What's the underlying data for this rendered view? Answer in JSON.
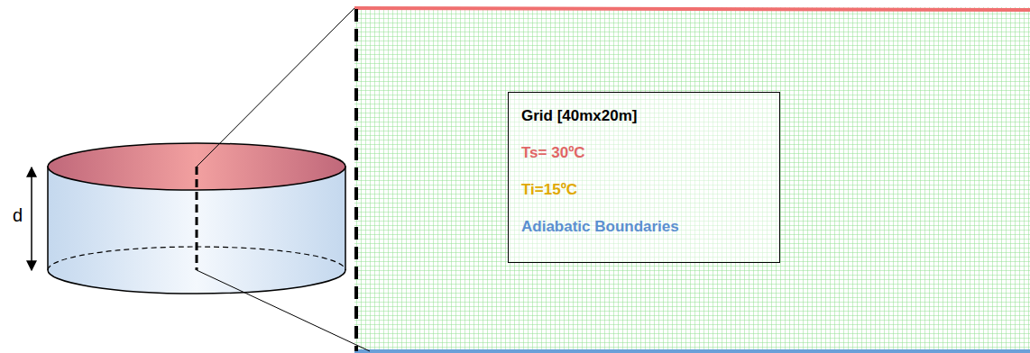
{
  "diagram": {
    "nodes": [
      {
        "text": [
          "Grid [40mx20m]",
          "Ts= 30ºC",
          "Ti=15ºC",
          "Adiabatic Boundaries"
        ]
      }
    ],
    "labels": [
      "d"
    ]
  }
}
